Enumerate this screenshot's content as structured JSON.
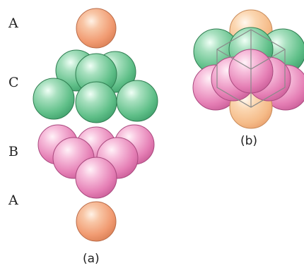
{
  "layer_labels": {
    "top": "A",
    "second": "C",
    "third": "B",
    "bottom": "A"
  },
  "captions": {
    "left": "(a)",
    "right": "(b)"
  },
  "colors": {
    "layer_A": "#f5a37a",
    "layer_B": "#ea8cc0",
    "layer_C": "#68c692",
    "cube_lines": "#8a8a8a"
  }
}
